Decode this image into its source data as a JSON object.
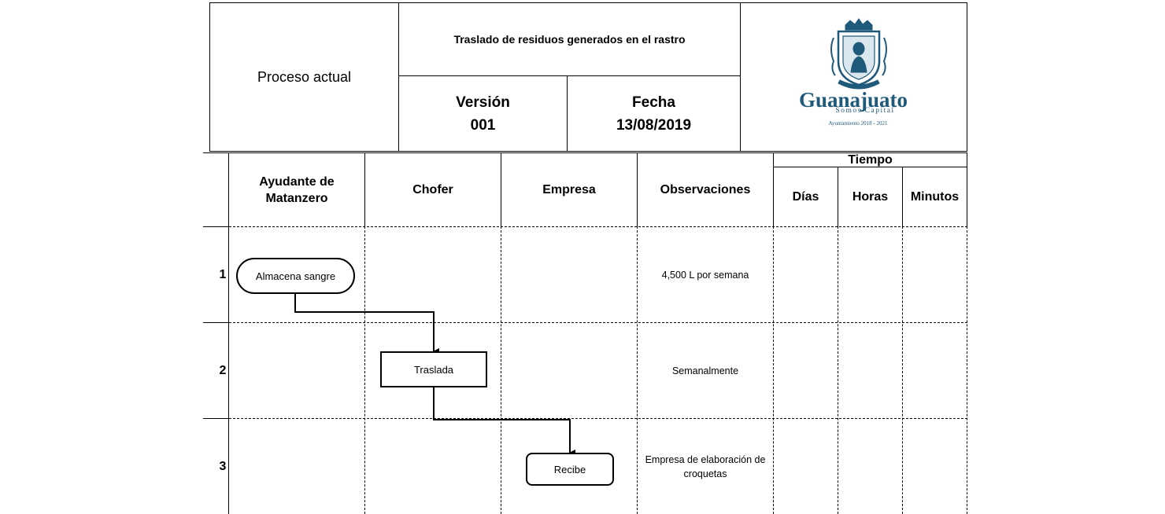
{
  "header": {
    "process_label": "Proceso actual",
    "title": "Traslado de residuos generados en el rastro",
    "version_label": "Versión",
    "version_value": "001",
    "date_label": "Fecha",
    "date_value": "13/08/2019",
    "logo": {
      "wordmark": "Guanajuato",
      "tagline": "Somos Capital",
      "footer": "Ayuntamiento 2018 - 2021",
      "color": "#1f5a7a"
    }
  },
  "table": {
    "columns": [
      "Ayudante de Matanzero",
      "Chofer",
      "Empresa",
      "Observaciones"
    ],
    "tiempo": {
      "label": "Tiempo",
      "subcolumns": [
        "Días",
        "Horas",
        "Minutos"
      ]
    },
    "rows": [
      {
        "num": "1",
        "observation": "4,500 L por semana"
      },
      {
        "num": "2",
        "observation": "Semanalmente"
      },
      {
        "num": "3",
        "observation": "Empresa de elaboración de croquetas"
      }
    ]
  },
  "flow": {
    "nodes": [
      {
        "id": "n1",
        "label": "Almacena sangre",
        "shape": "terminal",
        "lane": "Ayudante de Matanzero",
        "row": 1
      },
      {
        "id": "n2",
        "label": "Traslada",
        "shape": "process",
        "lane": "Chofer",
        "row": 2
      },
      {
        "id": "n3",
        "label": "Recibe",
        "shape": "rounded",
        "lane": "Empresa",
        "row": 3
      }
    ],
    "edges": [
      {
        "from": "n1",
        "to": "n2"
      },
      {
        "from": "n2",
        "to": "n3"
      }
    ]
  }
}
